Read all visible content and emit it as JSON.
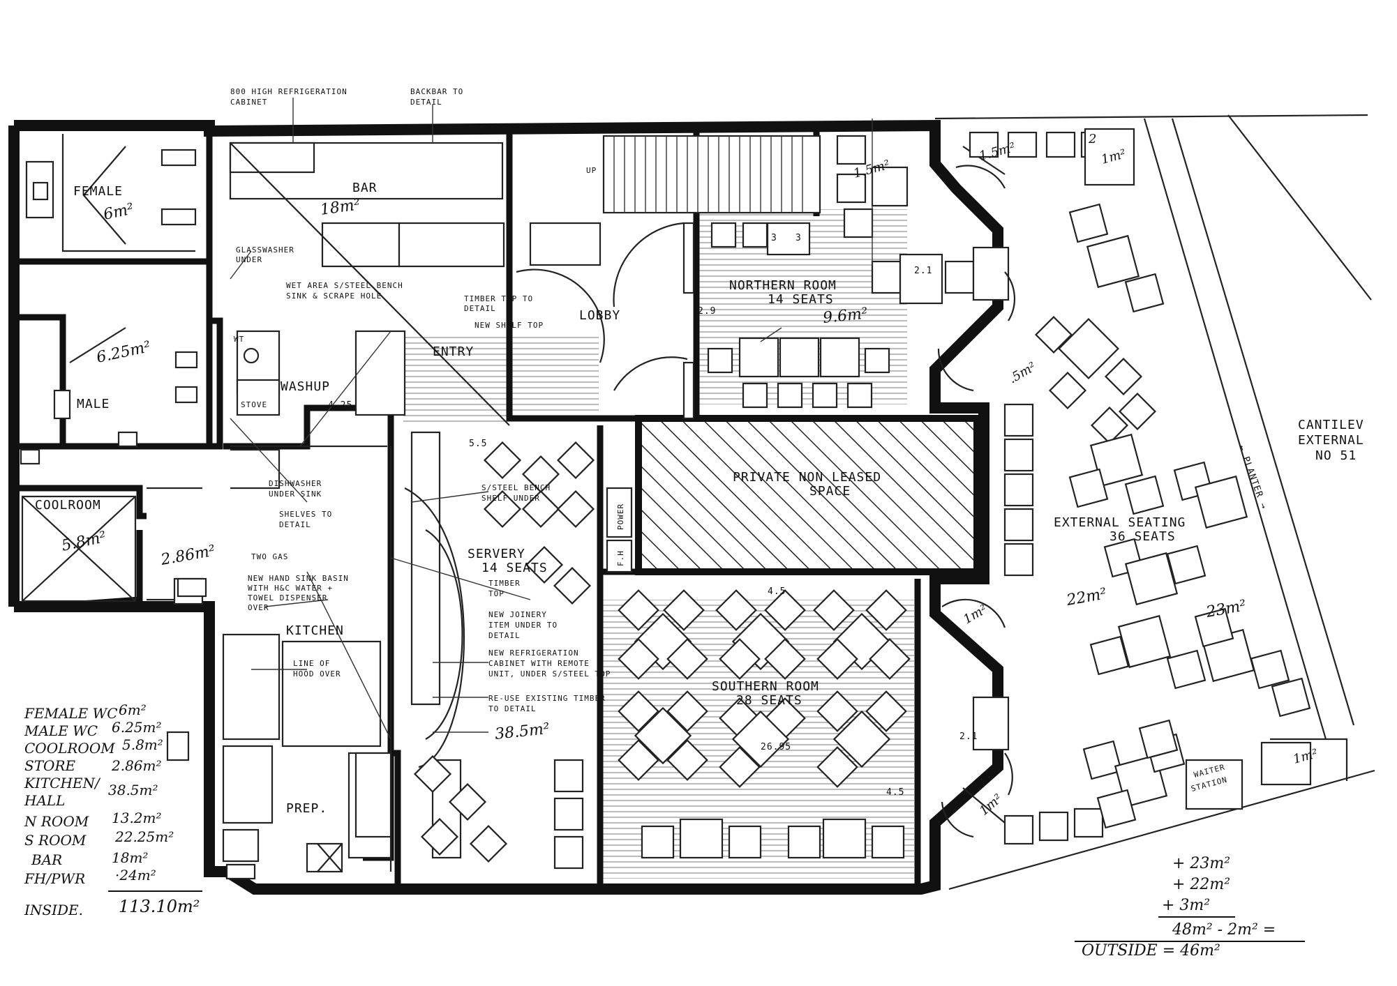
{
  "rooms": {
    "female": "FEMALE",
    "female_area": "6m²",
    "male": "MALE",
    "male_area": "6.25m²",
    "coolroom": "COOLROOM",
    "coolroom_area": "5.8m²",
    "store_area": "2.86m²",
    "bar": "BAR",
    "bar_area": "18m²",
    "washup": "WASHUP",
    "washup_area": "4.25",
    "lobby": "LOBBY",
    "entry": "ENTRY",
    "kitchen": "KITCHEN",
    "prep": "PREP.",
    "northern": "NORTHERN ROOM",
    "northern_seats": "14 SEATS",
    "northern_area": "9.6m²",
    "private": "PRIVATE NON LEASED",
    "private_2": "SPACE",
    "servery": "SERVERY",
    "servery_seats": "14 SEATS",
    "servery_area": "38.5m²",
    "southern": "SOUTHERN ROOM",
    "southern_seats": "28 SEATS",
    "southern_area": "26.95",
    "external": "EXTERNAL SEATING",
    "external_seats": "36 SEATS",
    "ext_area_a": "22m²",
    "ext_area_b": "23m²",
    "ext_area_c": "1m²",
    "ext_area_d": "1m²",
    "ext_area_e": "1m²",
    "cantilever": "CANTILEV",
    "cantilever_2": "EXTERNAL",
    "cantilever_3": "NO 51",
    "planter": "← PLANTER →",
    "waiter": "WAITER",
    "waiter_2": "STATION",
    "power": "POWER",
    "fh": "F.H",
    "door_area_a": "1.5m²",
    "door_area_b": "1.5m²",
    "door_area_c": "2.1",
    "door_area_d": "2.9",
    "door_area_e": "5.5",
    "door_area_f": "4.5",
    "door_area_g": "2.1",
    "door_area_h": "4.5",
    "door_area_i": "1m²",
    "door_area_j": ".5m²",
    "door_area_k": "2",
    "door_area_l": "3",
    "door_area_m": "3"
  },
  "notes": {
    "refrig": "800 HIGH REFRIGERATION",
    "refrig_2": "CABINET",
    "backbar": "BACKBAR TO",
    "backbar_2": "DETAIL",
    "glasswasher": "GLASSWASHER",
    "glasswasher_2": "UNDER",
    "wetarea": "WET AREA S/STEEL BENCH",
    "wetarea_2": "SINK & SCRAPE HOLE",
    "timber": "TIMBER TOP TO",
    "timber_2": "DETAIL",
    "timber_3": "NEW SHELF TOP",
    "dishwasher": "DISHWASHER",
    "dishwasher_2": "UNDER SINK",
    "shelves": "SHELVES TO",
    "shelves_2": "DETAIL",
    "ssbench": "S/STEEL BENCH",
    "ssbench_2": "SHELF UNDER",
    "twogas": "TWO GAS",
    "newhand": "NEW HAND SINK BASIN",
    "newhand_2": "WITH H&C WATER +",
    "newhand_3": "TOWEL DISPENSER",
    "newhand_4": "OVER",
    "line_hood": "LINE OF",
    "line_hood_2": "HOOD OVER",
    "timber_top": "TIMBER",
    "timber_top_2": "TOP",
    "joinery": "NEW JOINERY",
    "joinery_2": "ITEM UNDER TO",
    "joinery_3": "DETAIL",
    "newrefrig": "NEW REFRIGERATION",
    "newrefrig_2": "CABINET WITH REMOTE",
    "newrefrig_3": "UNIT, UNDER S/STEEL TOP",
    "reuse": "RE-USE EXISTING TIMBER",
    "reuse_2": "TO DETAIL",
    "wt": "WT",
    "stove": "STOVE",
    "up": "UP"
  },
  "legend": {
    "rows": [
      {
        "label": "FEMALE WC",
        "value": "6m²"
      },
      {
        "label": "MALE WC",
        "value": "6.25m²"
      },
      {
        "label": "COOLROOM",
        "value": "5.8m²"
      },
      {
        "label": "STORE",
        "value": "2.86m²"
      },
      {
        "label": "KITCHEN/",
        "value": "38.5m²"
      },
      {
        "label": "HALL",
        "value": ""
      },
      {
        "label": "N ROOM",
        "value": "13.2m²"
      },
      {
        "label": "S ROOM",
        "value": "22.25m²"
      },
      {
        "label": "BAR",
        "value": "18m²"
      },
      {
        "label": "FH/PWR",
        "value": "·24m²"
      }
    ],
    "total_label": "INSIDE.",
    "total_value": "113.10m²"
  },
  "outside": {
    "line1": "+ 23m²",
    "line2": "+ 22m²",
    "line3": "+ 3m²",
    "line4": "48m² - 2m² =",
    "result": "OUTSIDE = 46m²"
  }
}
